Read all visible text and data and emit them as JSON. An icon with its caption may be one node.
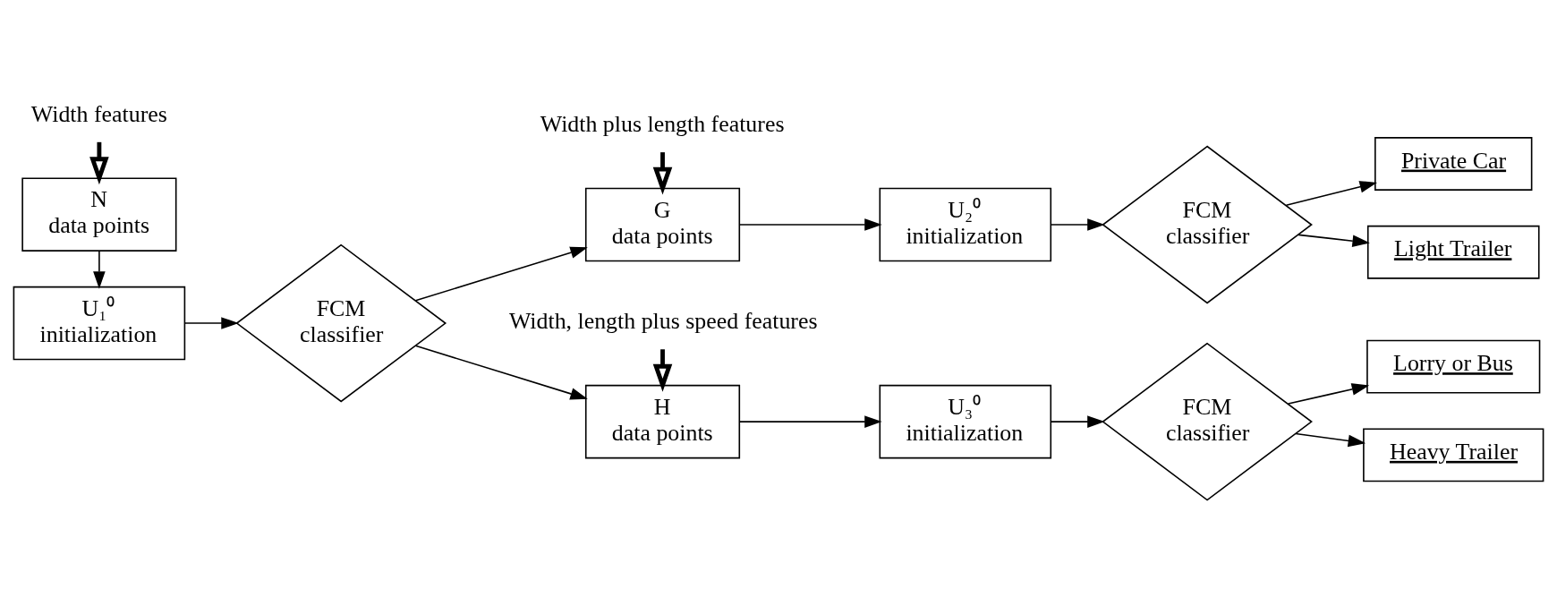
{
  "diagram": {
    "nodes": [
      {
        "text": [
          "U₁⁰",
          "initialization"
        ]
      },
      {
        "text": [
          "N",
          "data points"
        ]
      },
      {
        "text": [
          "Width features"
        ]
      },
      {
        "text": [
          "FCM",
          "classifier"
        ]
      },
      {
        "text": [
          "G",
          "data points"
        ]
      },
      {
        "text": [
          "Width plus length features"
        ]
      },
      {
        "text": [
          "H",
          "data points"
        ]
      },
      {
        "text": [
          "Width, length plus speed features"
        ]
      },
      {
        "text": [
          "U₂⁰",
          "initialization"
        ]
      },
      {
        "text": [
          "U₃⁰",
          "initialization"
        ]
      },
      {
        "text": [
          "FCM",
          "classifier"
        ]
      },
      {
        "text": [
          "FCM",
          "classifier"
        ]
      },
      {
        "text": [
          "Private Car"
        ]
      },
      {
        "text": [
          "Light Trailer"
        ]
      },
      {
        "text": [
          "Lorry or Bus"
        ]
      },
      {
        "text": [
          "Heavy Trailer"
        ]
      }
    ],
    "edges": [
      {
        "from": 1,
        "to": 0,
        "arrow": "to"
      },
      {
        "from": 2,
        "to": 1,
        "arrow": "to",
        "style": "thick"
      },
      {
        "from": 0,
        "to": 3,
        "arrow": "to"
      },
      {
        "from": 3,
        "to": 4,
        "arrow": "to"
      },
      {
        "from": 3,
        "to": 6,
        "arrow": "to"
      },
      {
        "from": 5,
        "to": 4,
        "arrow": "to",
        "style": "thick"
      },
      {
        "from": 7,
        "to": 6,
        "arrow": "to",
        "style": "thick"
      },
      {
        "from": 4,
        "to": 8,
        "arrow": "to"
      },
      {
        "from": 6,
        "to": 9,
        "arrow": "to"
      },
      {
        "from": 8,
        "to": 10,
        "arrow": "to"
      },
      {
        "from": 9,
        "to": 11,
        "arrow": "to"
      },
      {
        "from": 10,
        "to": 12,
        "arrow": "to"
      },
      {
        "from": 10,
        "to": 13,
        "arrow": "to"
      },
      {
        "from": 11,
        "to": 14,
        "arrow": "to"
      },
      {
        "from": 11,
        "to": 15,
        "arrow": "to"
      }
    ]
  }
}
